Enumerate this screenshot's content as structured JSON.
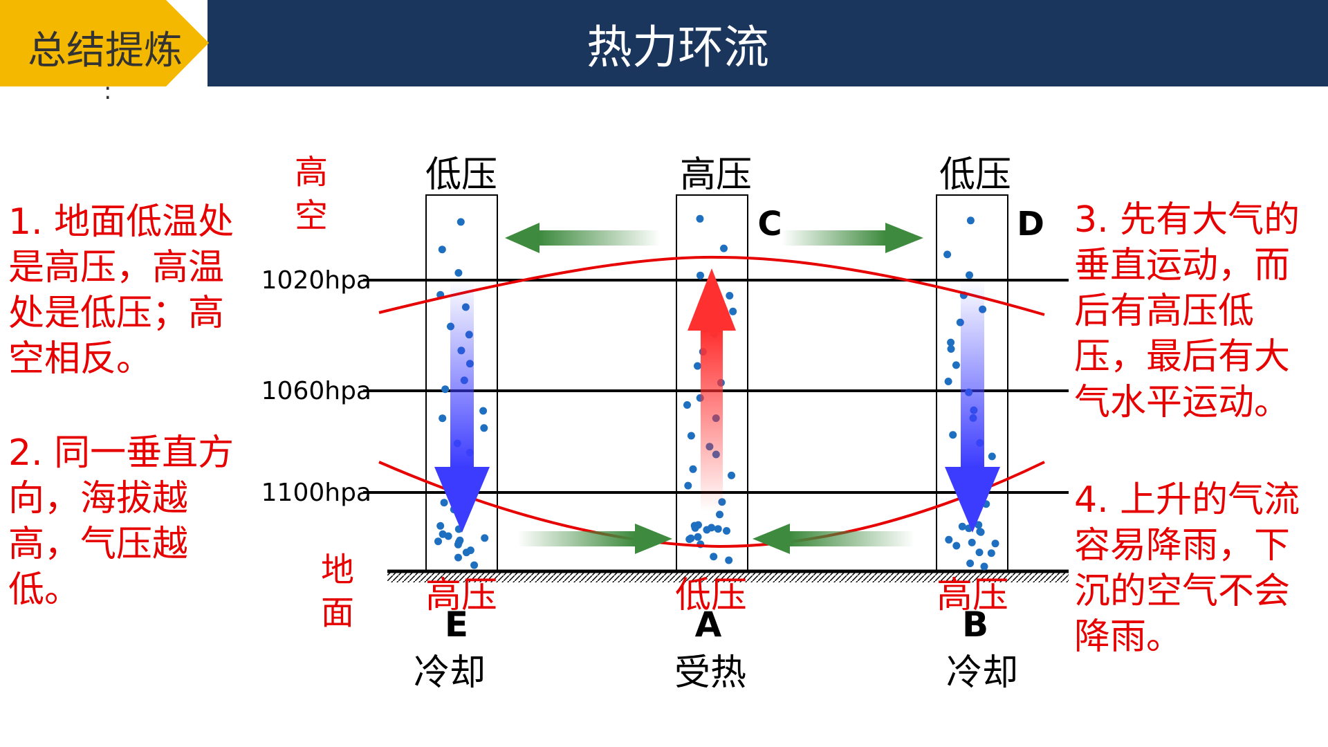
{
  "header": {
    "tag_label": "总结提炼",
    "tag_colon": ":",
    "title": "热力环流"
  },
  "notes": [
    "1. 地面低温处是高压，高温处是低压；高空相反。",
    "2. 同一垂直方向，海拔越高，气压越低。",
    "3. 先有大气的垂直运动，而后有高压低压，最后有大气水平运动。",
    "4. 上升的气流容易降雨，下沉的空气不会降雨。"
  ],
  "diagram": {
    "altitude_labels": {
      "upper": "高空",
      "ground": "地面"
    },
    "isobars": [
      "1020hpa",
      "1060hpa",
      "1100hpa"
    ],
    "columns": [
      {
        "top_pressure": "低压",
        "point_top": "",
        "ground_pressure": "高压",
        "point_ground": "E",
        "condition": "冷却"
      },
      {
        "top_pressure": "高压",
        "point_top": "C",
        "ground_pressure": "低压",
        "point_ground": "A",
        "condition": "受热"
      },
      {
        "top_pressure": "低压",
        "point_top": "D",
        "ground_pressure": "高压",
        "point_ground": "B",
        "condition": "冷却"
      }
    ]
  },
  "colors": {
    "header": "#1b365d",
    "tag": "#f5b800",
    "note_text": "#e60000",
    "isobar_curve": "#e60000",
    "dots": "#1f6fc0",
    "horizontal_arrow": "#3e8a3e",
    "rising_arrow": "#ff3030",
    "sinking_arrow": "#3c3cff"
  }
}
